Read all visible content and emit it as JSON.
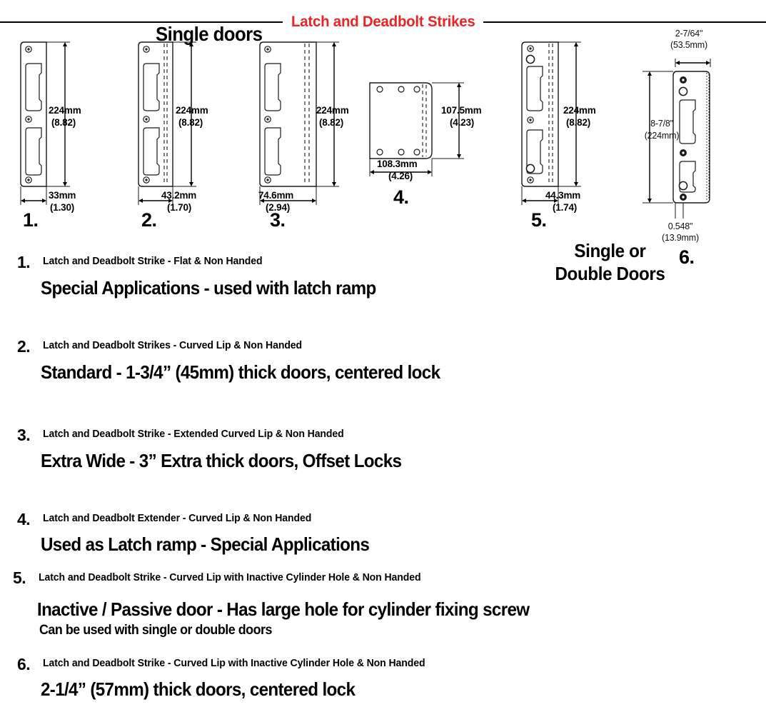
{
  "header": {
    "title": "Latch and Deadbolt Strikes"
  },
  "sections": {
    "single_doors": "Single doors",
    "single_or_double": "Single or\nDouble Doors",
    "single_or_double_line1": "Single or",
    "single_or_double_line2": "Double Doors"
  },
  "figures": [
    {
      "num": "1.",
      "height_mm": "224mm",
      "height_in": "(8.82)",
      "width_mm": "33mm",
      "width_in": "(1.30)"
    },
    {
      "num": "2.",
      "height_mm": "224mm",
      "height_in": "(8.82)",
      "width_mm": "43.2mm",
      "width_in": "(1.70)"
    },
    {
      "num": "3.",
      "height_mm": "224mm",
      "height_in": "(8.82)",
      "width_mm": "74.6mm",
      "width_in": "(2.94)"
    },
    {
      "num": "4.",
      "height_mm": "107.5mm",
      "height_in": "(4.23)",
      "width_mm": "108.3mm",
      "width_in": "(4.26)"
    },
    {
      "num": "5.",
      "height_mm": "224mm",
      "height_in": "(8.82)",
      "width_mm": "44.3mm",
      "width_in": "(1.74)"
    },
    {
      "num": "6.",
      "width_in": "2-7/64\"",
      "width_mm": "(53.5mm)",
      "height_in": "8-7/8\"",
      "height_mm": "(224mm)",
      "detail_in": "0.548\"",
      "detail_mm": "(13.9mm)"
    }
  ],
  "items": [
    {
      "num": "1.",
      "caption": "Latch and Deadbolt Strike - Flat & Non Handed",
      "desc": "Special Applications - used with latch ramp"
    },
    {
      "num": "2.",
      "caption": "Latch and Deadbolt Strikes - Curved Lip & Non Handed",
      "desc": "Standard - 1-3/4” (45mm) thick doors, centered lock"
    },
    {
      "num": "3.",
      "caption": "Latch and Deadbolt Strike - Extended Curved Lip & Non Handed",
      "desc": "Extra Wide  -  3” Extra thick doors, Offset Locks"
    },
    {
      "num": "4.",
      "caption": "Latch and Deadbolt Extender - Curved Lip & Non Handed",
      "desc": "Used as Latch ramp - Special Applications"
    },
    {
      "num": "5.",
      "caption": "Latch and Deadbolt Strike - Curved Lip with Inactive Cylinder Hole & Non Handed",
      "desc": "Inactive / Passive door - Has large hole for cylinder fixing screw",
      "sub": "Can be used with single or double doors"
    },
    {
      "num": "6.",
      "caption": "Latch and Deadbolt Strike - Curved Lip with Inactive Cylinder Hole & Non Handed",
      "desc": "2-1/4” (57mm) thick doors, centered lock"
    }
  ],
  "colors": {
    "title_red": "#ee2222",
    "line_black": "#1a1a1a",
    "background": "#ffffff"
  }
}
